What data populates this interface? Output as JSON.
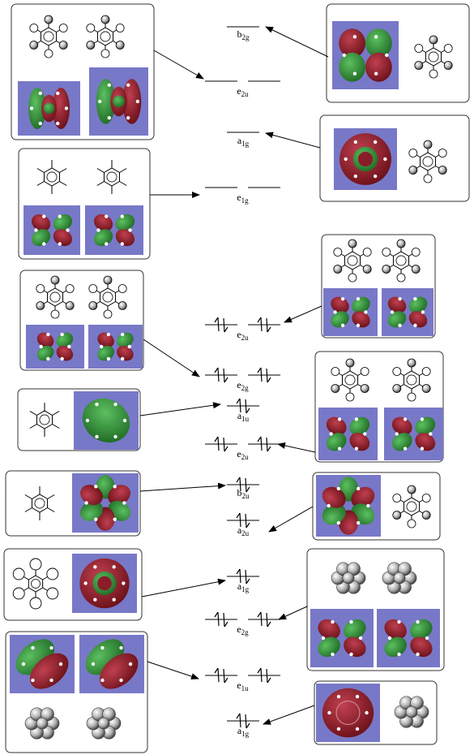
{
  "levels": [
    {
      "id": "b2g",
      "base": "b",
      "sub": "2g",
      "degenerate": false,
      "electrons": 0
    },
    {
      "id": "e2u_virt",
      "base": "e",
      "sub": "2u",
      "degenerate": true,
      "electrons": 0
    },
    {
      "id": "a1g_virt",
      "base": "a",
      "sub": "1g",
      "degenerate": false,
      "electrons": 0
    },
    {
      "id": "e1g",
      "base": "e",
      "sub": "1g",
      "degenerate": true,
      "electrons": 0
    },
    {
      "id": "e2u_occ1",
      "base": "e",
      "sub": "2u",
      "degenerate": true,
      "electrons": 4
    },
    {
      "id": "e2g_occ1",
      "base": "e",
      "sub": "2g",
      "degenerate": true,
      "electrons": 4
    },
    {
      "id": "a1u",
      "base": "a",
      "sub": "1u",
      "degenerate": false,
      "electrons": 2
    },
    {
      "id": "e2u_occ2",
      "base": "e",
      "sub": "2u",
      "degenerate": true,
      "electrons": 4
    },
    {
      "id": "b2u",
      "base": "b",
      "sub": "2u",
      "degenerate": false,
      "electrons": 2
    },
    {
      "id": "a2u",
      "base": "a",
      "sub": "2u",
      "degenerate": false,
      "electrons": 2
    },
    {
      "id": "a1g_occ1",
      "base": "a",
      "sub": "1g",
      "degenerate": false,
      "electrons": 2
    },
    {
      "id": "e2g_occ2",
      "base": "e",
      "sub": "2g",
      "degenerate": true,
      "electrons": 4
    },
    {
      "id": "e1u",
      "base": "e",
      "sub": "1u",
      "degenerate": true,
      "electrons": 4
    },
    {
      "id": "a1g_occ2",
      "base": "a",
      "sub": "1g",
      "degenerate": false,
      "electrons": 2
    }
  ],
  "colors": {
    "panel_bg": "#7878c8",
    "lobe_red": "#8a1c28",
    "lobe_green": "#2e8a36",
    "line": "#000000",
    "box_border": "#333333"
  },
  "orbital_panels": [
    {
      "id": "p1",
      "target": "e2u_virt",
      "style": "ring_sandwich"
    },
    {
      "id": "p2",
      "target": "b2g",
      "style": "pair_lobes"
    },
    {
      "id": "p3",
      "target": "a1g_virt",
      "style": "donut"
    },
    {
      "id": "p4",
      "target": "e1g",
      "style": "four_lobes"
    },
    {
      "id": "p5",
      "target": "e2u_occ1",
      "style": "four_lobes"
    },
    {
      "id": "p6",
      "target": "e2g_occ1",
      "style": "four_lobes"
    },
    {
      "id": "p7",
      "target": "a1u",
      "style": "single_blob"
    },
    {
      "id": "p8",
      "target": "e2u_occ2",
      "style": "four_lobes"
    },
    {
      "id": "p9",
      "target": "b2u",
      "style": "alternating_six"
    },
    {
      "id": "p10",
      "target": "a2u",
      "style": "alternating_six"
    },
    {
      "id": "p11",
      "target": "a1g_occ1",
      "style": "donut"
    },
    {
      "id": "p12",
      "target": "e2g_occ2",
      "style": "four_lobes"
    },
    {
      "id": "p13",
      "target": "e1u",
      "style": "two_halves"
    },
    {
      "id": "p14",
      "target": "a1g_occ2",
      "style": "flat_ring"
    }
  ]
}
